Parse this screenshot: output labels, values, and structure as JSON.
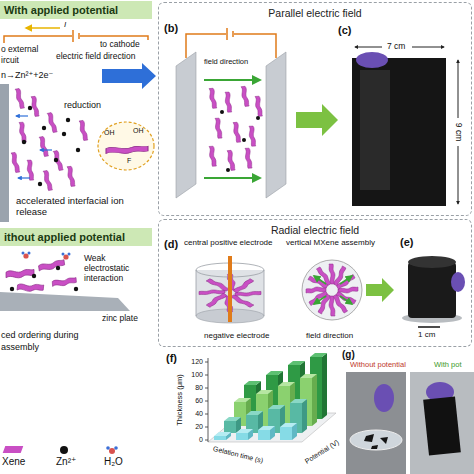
{
  "diagram": {
    "nodes": [
      {
        "text": [
          "Parallel electric field"
        ]
      },
      {
        "text": [
          "Radial electric field"
        ]
      },
      {
        "text": [
          "With applied potential"
        ]
      },
      {
        "text": [
          "ithout applied potential"
        ]
      }
    ],
    "labels": [
      "I",
      "to cathode",
      "o external",
      "ircuit",
      "electric field direction",
      "n→Zn²⁺+2e⁻",
      "reduction",
      "OH",
      "OH",
      "F",
      "accelerated interfacial ion release",
      "Weak electrostatic interaction",
      "zinc plate",
      "ced ordering during",
      "assembly",
      "(b)",
      "field direction",
      "(c)",
      "7 cm",
      "9 cm",
      "(d)",
      "central positive electrode",
      "vertical MXene assembly",
      "negative electrode",
      "field direction",
      "(e)",
      "1 cm",
      "(f)",
      "Thickness (μm)",
      "120",
      "100",
      "80",
      "60",
      "40",
      "20",
      "0",
      "Gelation time (s)",
      "Potential (V)",
      "(g)",
      "Without potential",
      "With pot"
    ],
    "legend": [
      {
        "text": "Xene",
        "color": "#c94fc4"
      },
      {
        "text": "Zn²⁺",
        "color": "#111111"
      },
      {
        "text": "H₂O"
      }
    ]
  }
}
